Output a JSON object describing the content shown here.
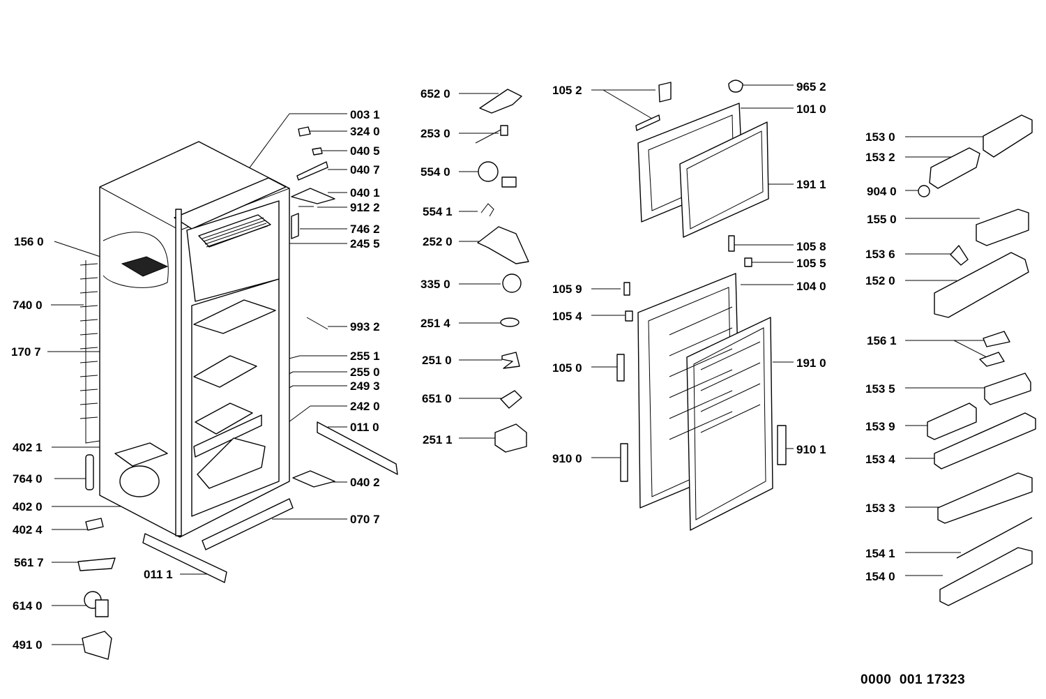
{
  "document_number": "0000  001 17323",
  "labels": [
    "003 1",
    "324 0",
    "040 5",
    "040 7",
    "040 1",
    "912 2",
    "746 2",
    "245 5",
    "156 0",
    "740 0",
    "170 7",
    "993 2",
    "255 1",
    "255 0",
    "249 3",
    "242 0",
    "011 0",
    "402 1",
    "764 0",
    "402 0",
    "040 2",
    "402 4",
    "070 7",
    "561 7",
    "011 1",
    "614 0",
    "491 0",
    "652 0",
    "253 0",
    "554 0",
    "554 1",
    "252 0",
    "335 0",
    "251 4",
    "251 0",
    "651 0",
    "251 1",
    "105 2",
    "965 2",
    "101 0",
    "191 1",
    "105 8",
    "105 5",
    "105 9",
    "104 0",
    "105 4",
    "105 0",
    "191 0",
    "910 0",
    "910 1",
    "153 0",
    "153 2",
    "904 0",
    "155 0",
    "153 6",
    "152 0",
    "156 1",
    "153 5",
    "153 9",
    "153 4",
    "153 3",
    "154 1",
    "154 0"
  ]
}
